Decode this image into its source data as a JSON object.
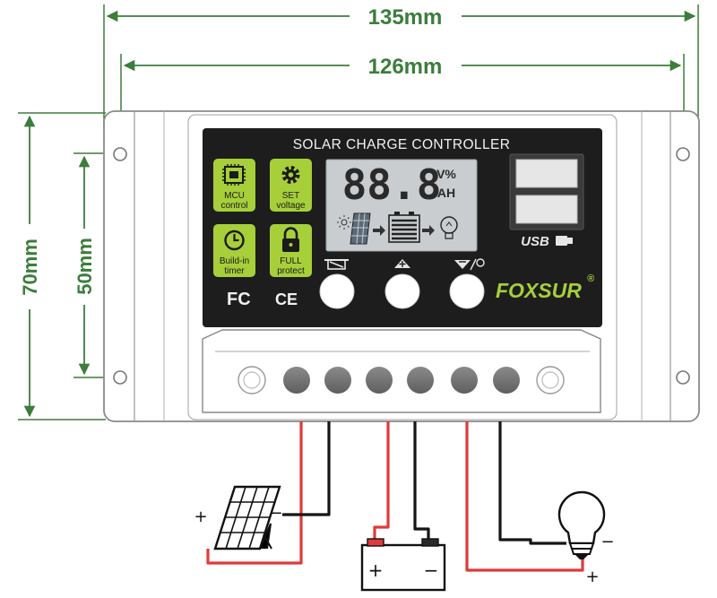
{
  "dimensions": {
    "outer_width": "135mm",
    "inner_width": "126mm",
    "outer_height": "70mm",
    "inner_height": "50mm"
  },
  "panel": {
    "title": "SOLAR CHARGE CONTROLLER",
    "lcd": {
      "digits": "88.8",
      "unit_top": "V%",
      "unit_bottom": "AH"
    },
    "badges": [
      {
        "line1": "MCU",
        "line2": "control",
        "icon": "chip-icon"
      },
      {
        "line1": "SET",
        "line2": "voltage",
        "icon": "gear-icon"
      },
      {
        "line1": "Build-in",
        "line2": "timer",
        "icon": "clock-icon"
      },
      {
        "line1": "FULL",
        "line2": "protect",
        "icon": "lock-icon"
      }
    ],
    "certifications": {
      "fcc": "FC",
      "ce": "CE"
    },
    "brand": "FOXSUR",
    "brand_mark": "®",
    "usb_label": "USB",
    "buttons": [
      {
        "icon": "battery-menu-icon"
      },
      {
        "icon": "plus-icon"
      },
      {
        "icon": "down-bulb-icon"
      }
    ]
  },
  "wiring": {
    "solar_plus": "+",
    "solar_minus": "−",
    "battery_plus": "+",
    "battery_minus": "−",
    "load_minus": "−",
    "load_plus": "+"
  },
  "colors": {
    "dimension_green": "#3c7d3c",
    "panel_black": "#1d1d1d",
    "badge_green": "#a6cf3a",
    "wire_red": "#e03a3a",
    "wire_black": "#151515"
  }
}
